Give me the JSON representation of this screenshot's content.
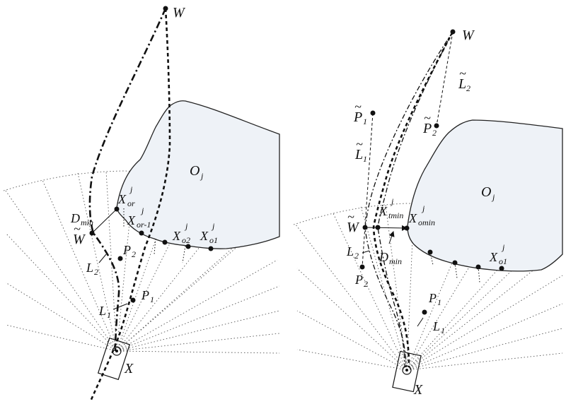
{
  "left": {
    "W": "W",
    "O": "O",
    "O_sub": "j",
    "X": "X",
    "Wt": "W",
    "Dmin": "D",
    "Dmin_sub": "min",
    "Xor": "X",
    "Xor_sub": "or",
    "Xor_sup": "j",
    "Xor1": "X",
    "Xor1_sub": "or-1",
    "Xor1_sup": "j",
    "Xo2": "X",
    "Xo2_sub": "o2",
    "Xo2_sup": "j",
    "Xo1": "X",
    "Xo1_sub": "o1",
    "Xo1_sup": "j",
    "P2": "P",
    "P2_sub": "2",
    "L2": "L",
    "L2_sub": "2",
    "P1": "P",
    "P1_sub": "1",
    "L1": "L",
    "L1_sub": "1"
  },
  "right": {
    "W": "W",
    "O": "O",
    "O_sub": "j",
    "X": "X",
    "Pt1": "P",
    "Pt1_sub": "1",
    "Pt2": "P",
    "Pt2_sub": "2",
    "Lt1": "L",
    "Lt1_sub": "1",
    "Lt2": "L",
    "Lt2_sub": "2",
    "Wt": "W",
    "Xtmin": "X",
    "Xtmin_sub": "tmin",
    "Xtmin_sup": "j",
    "Xomin": "X",
    "Xomin_sub": "omin",
    "Xomin_sup": "j",
    "Dmin": "D",
    "Dmin_sub": "min",
    "Xo1": "X",
    "Xo1_sub": "o1",
    "Xo1_sup": "j",
    "L2": "L",
    "L2_sub": "2",
    "P2": "P",
    "P2_sub": "2",
    "P1": "P",
    "P1_sub": "1",
    "L1": "L",
    "L1_sub": "1"
  }
}
